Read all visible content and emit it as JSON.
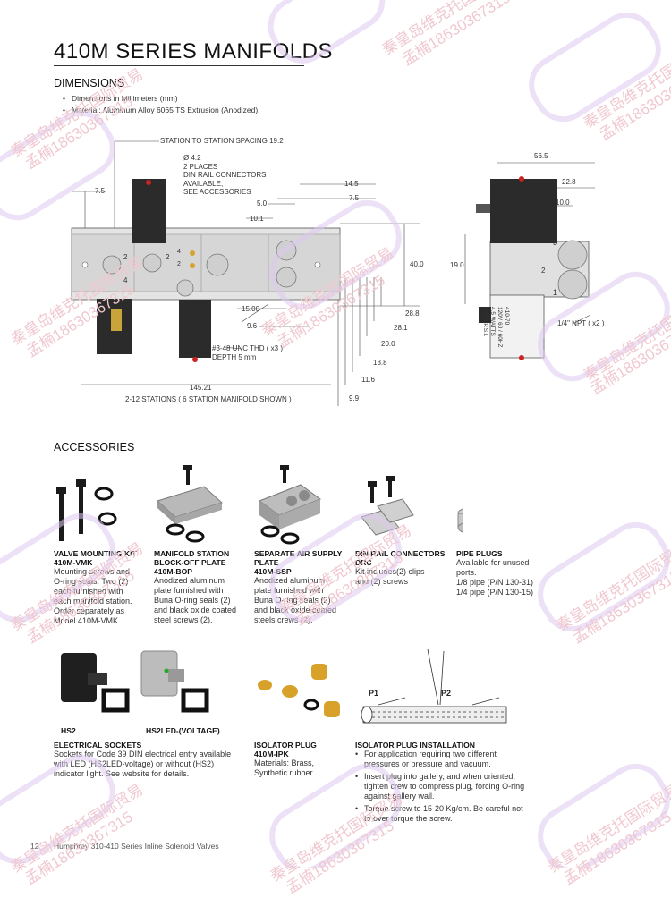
{
  "page_title": "410M SERIES MANIFOLDS",
  "dimensions": {
    "heading": "DIMENSIONS",
    "bullets": [
      "Dimensions in Millimeters (mm)",
      "Material: Aluminum Alloy 6065 TS Extrusion (Anodized)"
    ]
  },
  "drawing": {
    "station_spacing": "STATION TO STATION SPACING 19.2",
    "hole_note": [
      "Ø 4.2",
      "2 PLACES",
      "DIN RAIL CONNECTORS",
      "AVAILABLE,",
      "SEE ACCESSORIES"
    ],
    "d_14_5": "14.5",
    "d_7_5r": "7.5",
    "d_5_0": "5.0",
    "d_10_1": "10.1",
    "d_7_5l": "7.5",
    "d_40_0": "40.0",
    "d_15_00": "15.00",
    "d_9_6": "9.6",
    "d_28_8": "28.8",
    "d_28_1": "28.1",
    "d_20_0": "20.0",
    "d_13_8": "13.8",
    "d_11_6": "11.6",
    "d_9_9": "9.9",
    "thread_note": [
      "#3-48 UNC THD ( x3 )",
      "DEPTH 5 mm"
    ],
    "d_145_21": "145.21",
    "stations_note": "2-12 STATIONS ( 6 STATION MANIFOLD SHOWN )",
    "d_56_5": "56.5",
    "d_22_8": "22.8",
    "d_10_0": "10.0",
    "d_19_0": "19.0",
    "npt_note": "1/4\" NPT ( x2 )",
    "side_label": [
      "410-70",
      "120V 60 / 60HZ",
      "4.5 WATTS",
      "0-125 P.S.I."
    ],
    "port_labels": [
      "3",
      "1",
      "2",
      "4"
    ]
  },
  "accessories": {
    "heading": "ACCESSORIES",
    "row1": [
      {
        "name": [
          "VALVE MOUNTING KIT",
          "410M-VMK"
        ],
        "desc": [
          "Mounting screws and",
          "O-ring seals. Two (2)",
          "each furnished with",
          "each manifold station.",
          "Order separately as",
          "Model 410M-VMK."
        ]
      },
      {
        "name": [
          "MANIFOLD STATION",
          "BLOCK-OFF PLATE",
          "410M-BOP"
        ],
        "desc": [
          "Anodized aluminum",
          "plate furnished with",
          "Buna O-ring seals (2)",
          "and black oxide coated",
          "steel screws (2)."
        ]
      },
      {
        "name": [
          "SEPARATE AIR SUPPLY",
          "PLATE",
          "410M-SSP"
        ],
        "desc": [
          "Anodized aluminum",
          "plate furnished with",
          "Buna O-ring seals (2)",
          "and black oxide coated",
          "steels crews (2)."
        ]
      },
      {
        "name": [
          "DIN RAIL CONNECTORS",
          "DRC"
        ],
        "desc": [
          "Kit includes(2) clips",
          "and (2) screws"
        ]
      },
      {
        "name": [
          "PIPE PLUGS"
        ],
        "desc": [
          "Available for unused",
          "ports.",
          "1/8  pipe (P/N 130-31)",
          "1/4 pipe (P/N 130-15)"
        ]
      }
    ],
    "hs2_label": "HS2",
    "hs2led_label": "HS2LED-(VOLTAGE)",
    "electrical": {
      "name": "ELECTRICAL SOCKETS",
      "desc": [
        "Sockets for Code 39 DIN electrical entry available",
        "with LED (HS2LED-voltage) or without (HS2)",
        "indicator light. See website for details."
      ]
    },
    "isolator": {
      "name": [
        "ISOLATOR PLUG",
        "410M-IPK"
      ],
      "desc": [
        "Materials: Brass,",
        "Synthetic rubber"
      ]
    },
    "install": {
      "name": "ISOLATOR PLUG INSTALLATION",
      "p1": "P1",
      "p2": "P2",
      "bullets": [
        [
          "For application requiring two different",
          "pressures or pressure and vacuum."
        ],
        [
          "Insert plug into gallery, and when oriented,",
          "tighten crew to compress plug, forcing O-ring",
          "against gallery wall."
        ],
        [
          "Torque screw to 15-20 Kg/cm. Be careful not",
          "to over torque the screw."
        ]
      ]
    }
  },
  "footer": {
    "page_number": "12",
    "text": "Humphrey 310-410 Series Inline Solenoid Valves"
  },
  "watermark": [
    "秦皇岛维克托国际贸易",
    "孟楠18630367315"
  ],
  "colors": {
    "watermark": "#e8b8c6",
    "watermark_ring": "#d9c4ec",
    "solenoid": "#2b2b2b",
    "body": "#dcdcdc",
    "brass": "#d8a22a",
    "text": "#222222"
  }
}
